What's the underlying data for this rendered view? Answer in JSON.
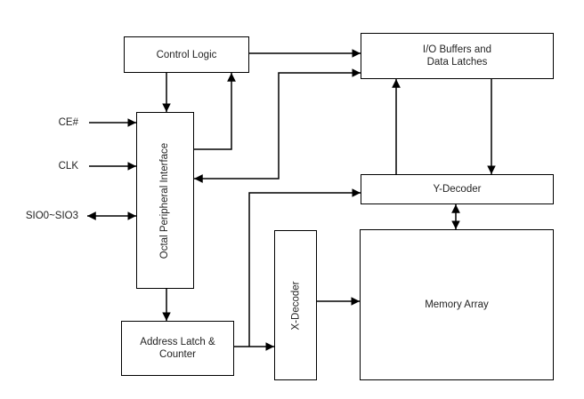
{
  "diagram": {
    "background": "#ffffff",
    "line_color": "#000000",
    "text_color": "#232323",
    "blocks": {
      "control_logic": {
        "label": "Control Logic"
      },
      "io_buffers": {
        "line1": "I/O Buffers and",
        "line2": "Data Latches"
      },
      "octal_peripheral_interface": {
        "label": "Octal Peripheral Interface"
      },
      "y_decoder": {
        "label": "Y-Decoder"
      },
      "x_decoder": {
        "label": "X-Decoder"
      },
      "memory_array": {
        "label": "Memory Array"
      },
      "address_latch_counter": {
        "line1": "Address Latch &",
        "line2": "Counter"
      }
    },
    "signals": [
      {
        "label": "CE#",
        "direction": "input"
      },
      {
        "label": "CLK",
        "direction": "input"
      },
      {
        "label": "SIO0~SIO3",
        "direction": "bidirectional"
      }
    ],
    "connections": [
      {
        "from": "CE#",
        "to": "Octal Peripheral Interface",
        "type": "arrow"
      },
      {
        "from": "CLK",
        "to": "Octal Peripheral Interface",
        "type": "arrow"
      },
      {
        "from": "SIO0~SIO3",
        "to": "Octal Peripheral Interface",
        "type": "bidirectional"
      },
      {
        "from": "Control Logic",
        "to": "Octal Peripheral Interface",
        "type": "arrow"
      },
      {
        "from": "Octal Peripheral Interface",
        "to": "Control Logic",
        "type": "arrow"
      },
      {
        "from": "Control Logic",
        "to": "I/O Buffers and Data Latches",
        "type": "arrow"
      },
      {
        "from": "Octal Peripheral Interface",
        "to": "I/O Buffers and Data Latches",
        "type": "bidirectional"
      },
      {
        "from": "Octal Peripheral Interface",
        "to": "Address Latch & Counter",
        "type": "arrow"
      },
      {
        "from": "Address Latch & Counter",
        "to": "X-Decoder",
        "type": "arrow"
      },
      {
        "from": "Address Latch & Counter",
        "to": "Y-Decoder",
        "type": "arrow"
      },
      {
        "from": "X-Decoder",
        "to": "Memory Array",
        "type": "arrow"
      },
      {
        "from": "Y-Decoder",
        "to": "I/O Buffers and Data Latches",
        "type": "arrow"
      },
      {
        "from": "I/O Buffers and Data Latches",
        "to": "Y-Decoder",
        "type": "arrow"
      },
      {
        "from": "Y-Decoder",
        "to": "Memory Array",
        "type": "bidirectional"
      }
    ]
  }
}
